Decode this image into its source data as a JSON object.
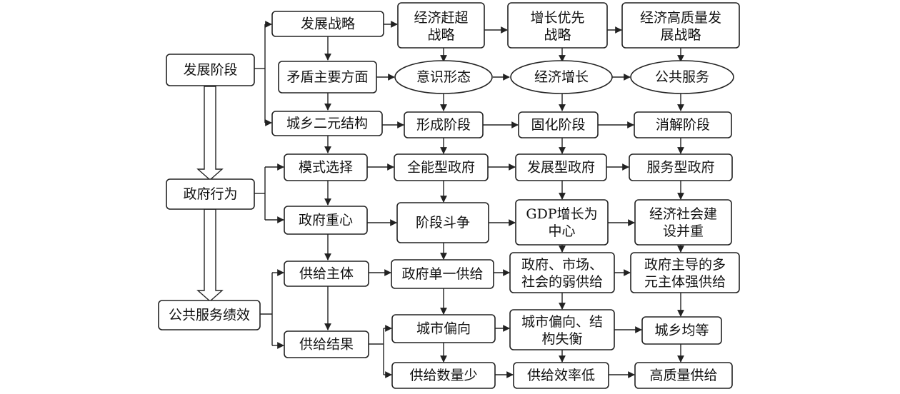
{
  "left": {
    "development_stage": "发展阶段",
    "government_behavior": "政府行为",
    "public_service_performance": "公共服务绩效"
  },
  "categories": {
    "dev_strategy": "发展战略",
    "main_contradiction": "矛盾主要方面",
    "urban_rural": "城乡二元结构",
    "mode_choice": "模式选择",
    "gov_focus": "政府重心",
    "supply_subject": "供给主体",
    "supply_result": "供给结果"
  },
  "stages": {
    "catch_up_strategy": [
      "经济赶超",
      "战略"
    ],
    "growth_first_strategy": [
      "增长优先",
      "战略"
    ],
    "high_quality_strategy": [
      "经济高质量发",
      "展战略"
    ],
    "ideology": "意识形态",
    "economic_growth": "经济增长",
    "public_service": "公共服务",
    "formation_stage": "形成阶段",
    "solidification_stage": "固化阶段",
    "dissolution_stage": "消解阶段",
    "omnipotent_gov": "全能型政府",
    "developmental_gov": "发展型政府",
    "service_gov": "服务型政府",
    "class_struggle": "阶段斗争",
    "gdp_center": [
      "GDP增长为",
      "中心"
    ],
    "econ_social_both": [
      "经济社会建",
      "设并重"
    ],
    "gov_single_supply": "政府单一供给",
    "weak_supply": [
      "政府、市场、",
      "社会的弱供给"
    ],
    "strong_supply": [
      "政府主导的多",
      "元主体强供给"
    ],
    "urban_bias": "城市偏向",
    "urban_bias_imbalance": [
      "城市偏向、结",
      "构失衡"
    ],
    "urban_rural_equal": "城乡均等",
    "low_quantity": "供给数量少",
    "low_efficiency": "供给效率低",
    "high_quality_supply": "高质量供给"
  }
}
